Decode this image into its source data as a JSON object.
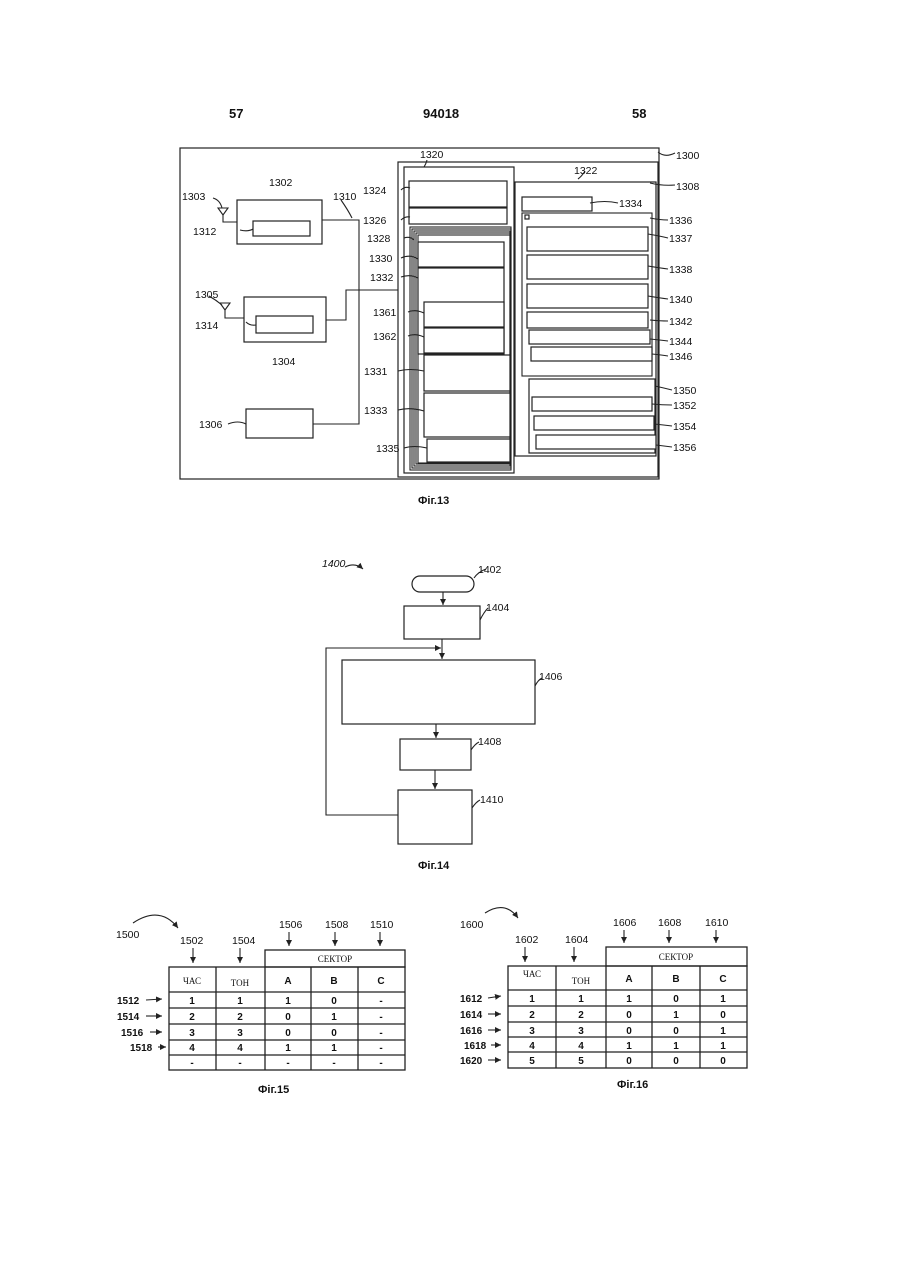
{
  "header": {
    "left": "57",
    "center": "94018",
    "right": "58"
  },
  "fig13": {
    "caption": "Фіг.13",
    "labels": {
      "l1300": "1300",
      "l1302": "1302",
      "l1303": "1303",
      "l1304": "1304",
      "l1305": "1305",
      "l1306": "1306",
      "l1308": "1308",
      "l1310": "1310",
      "l1312": "1312",
      "l1314": "1314",
      "l1320": "1320",
      "l1322": "1322",
      "l1324": "1324",
      "l1326": "1326",
      "l1328": "1328",
      "l1330": "1330",
      "l1331": "1331",
      "l1332": "1332",
      "l1333": "1333",
      "l1334": "1334",
      "l1335": "1335",
      "l1336": "1336",
      "l1337": "1337",
      "l1338": "1338",
      "l1340": "1340",
      "l1342": "1342",
      "l1344": "1344",
      "l1346": "1346",
      "l1350": "1350",
      "l1352": "1352",
      "l1354": "1354",
      "l1356": "1356",
      "l1361": "1361",
      "l1362": "1362"
    }
  },
  "fig14": {
    "caption": "Фіг.14",
    "labels": {
      "l1400": "1400",
      "l1402": "1402",
      "l1404": "1404",
      "l1406": "1406",
      "l1408": "1408",
      "l1410": "1410"
    }
  },
  "fig15": {
    "caption": "Фіг.15",
    "ref": "1500",
    "col_refs": [
      "1502",
      "1504",
      "1506",
      "1508",
      "1510"
    ],
    "group_header": "СЕКТОР",
    "headers": [
      "ЧАС",
      "ТОН",
      "A",
      "B",
      "C"
    ],
    "row_refs": [
      "1512",
      "1514",
      "1516",
      "1518"
    ],
    "rows": [
      [
        "1",
        "1",
        "1",
        "0",
        "-"
      ],
      [
        "2",
        "2",
        "0",
        "1",
        "-"
      ],
      [
        "3",
        "3",
        "0",
        "0",
        "-"
      ],
      [
        "4",
        "4",
        "1",
        "1",
        "-"
      ],
      [
        "-",
        "-",
        "-",
        "-",
        "-"
      ]
    ]
  },
  "fig16": {
    "caption": "Фіг.16",
    "ref": "1600",
    "col_refs": [
      "1602",
      "1604",
      "1606",
      "1608",
      "1610"
    ],
    "group_header": "СЕКТОР",
    "headers": [
      "ЧАС",
      "ТОН",
      "A",
      "B",
      "C"
    ],
    "row_refs": [
      "1612",
      "1614",
      "1616",
      "1618",
      "1620"
    ],
    "rows": [
      [
        "1",
        "1",
        "1",
        "0",
        "1"
      ],
      [
        "2",
        "2",
        "0",
        "1",
        "0"
      ],
      [
        "3",
        "3",
        "0",
        "0",
        "1"
      ],
      [
        "4",
        "4",
        "1",
        "1",
        "1"
      ],
      [
        "5",
        "5",
        "0",
        "0",
        "0"
      ]
    ]
  }
}
